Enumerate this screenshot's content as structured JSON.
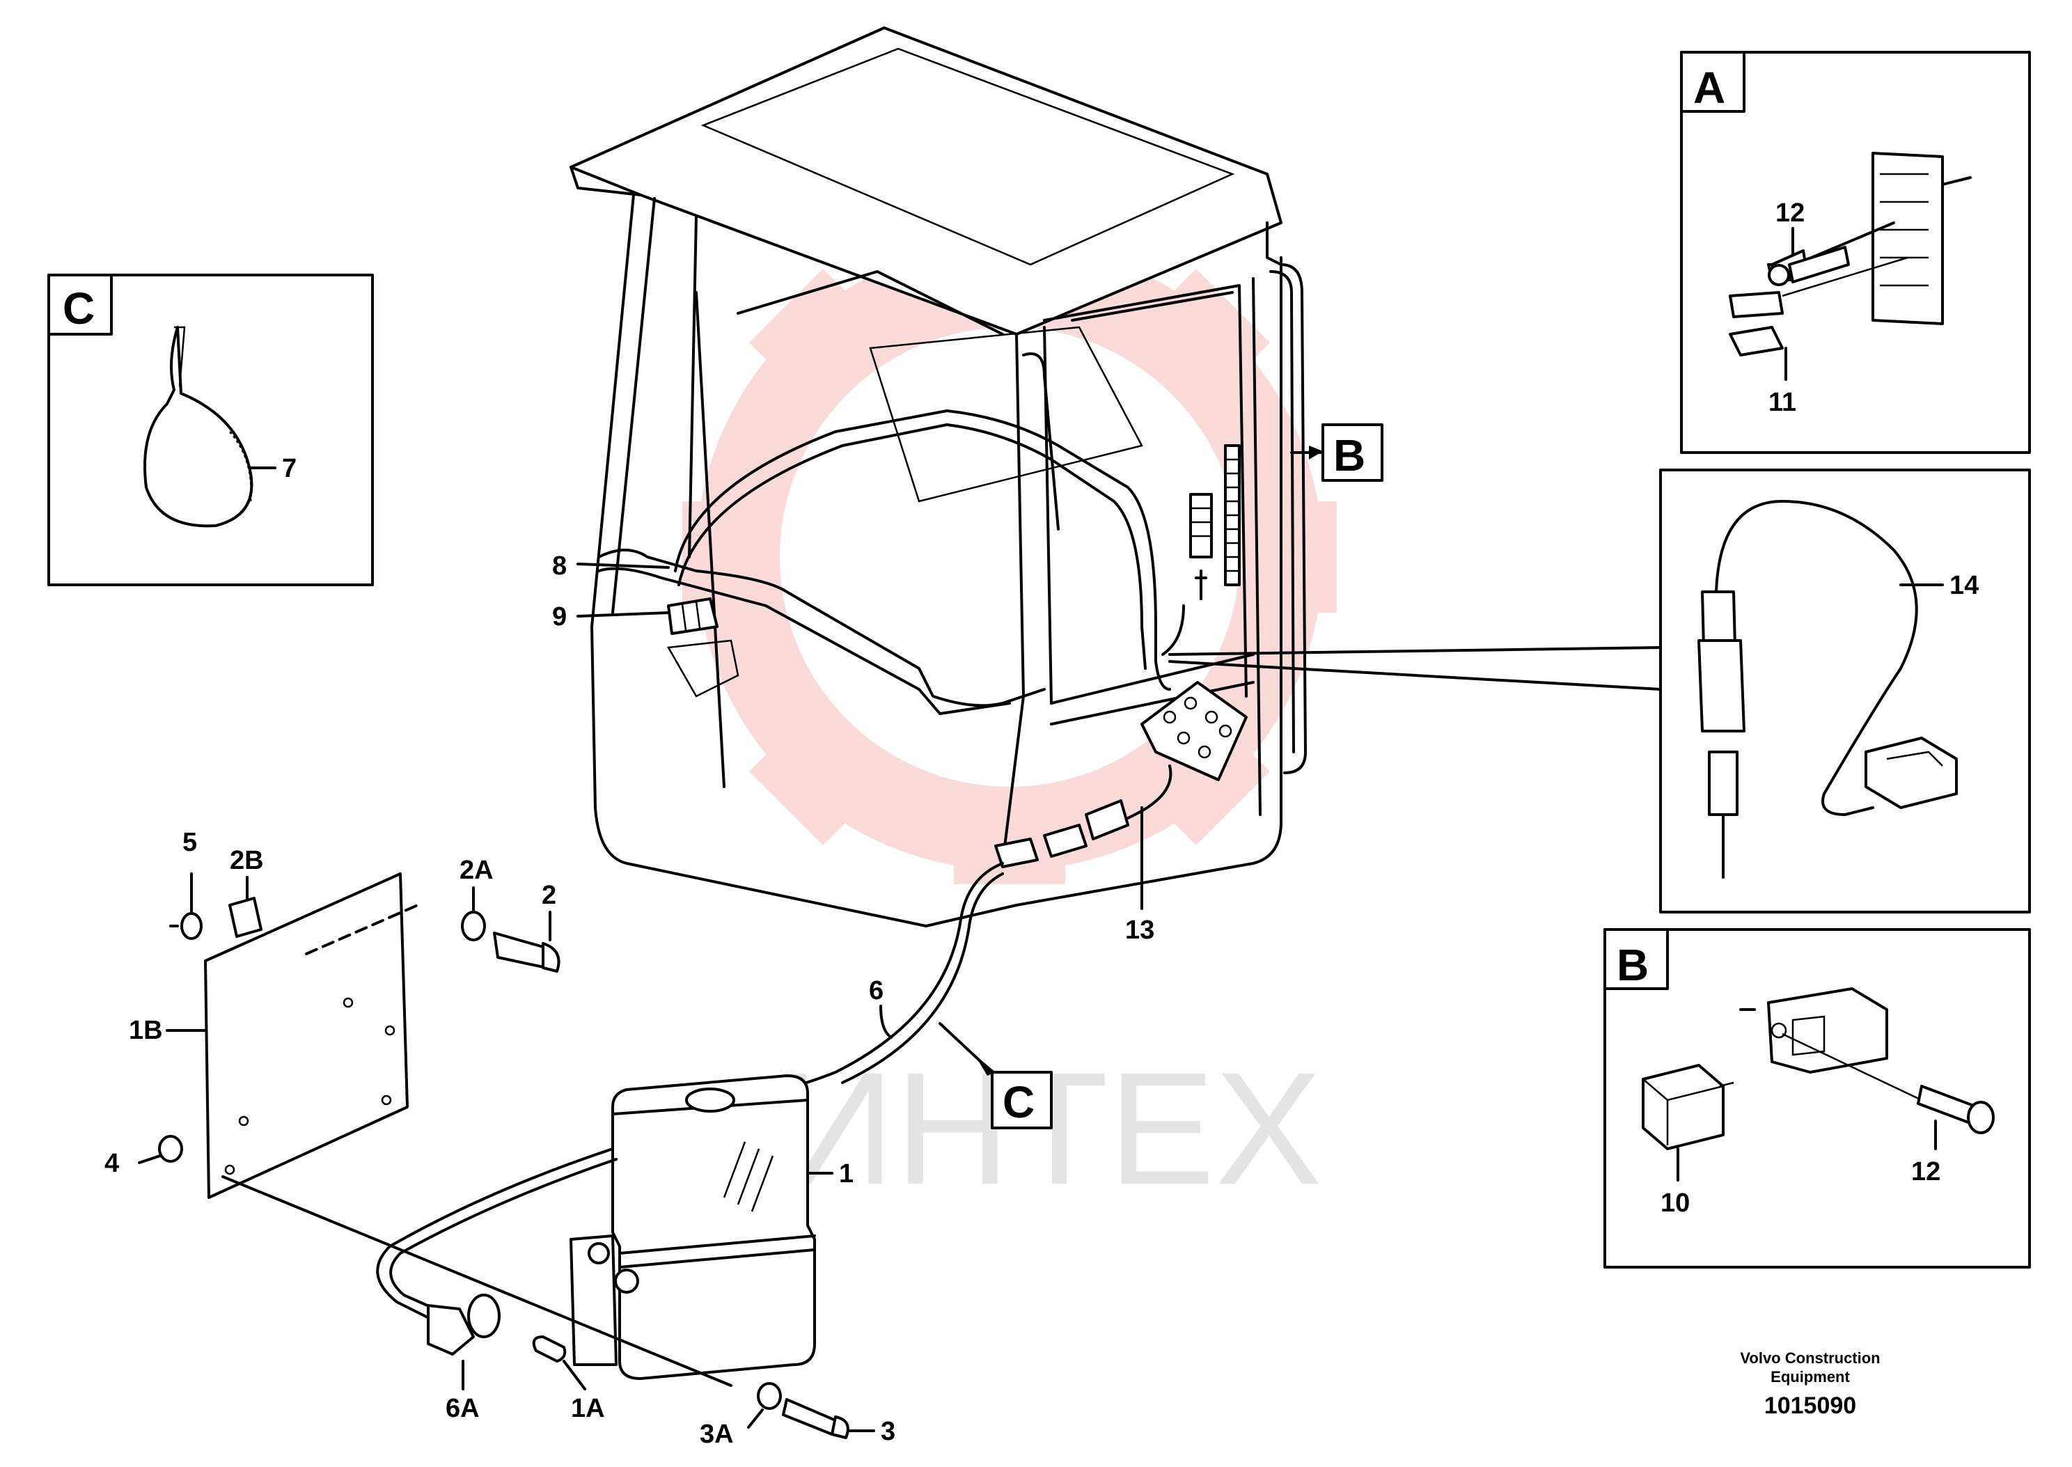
{
  "watermark": {
    "text": "ИНТЕХ",
    "color": "#f05a5a"
  },
  "footer": {
    "line1": "Volvo Construction",
    "line2": "Equipment",
    "number": "1015090"
  },
  "insets": {
    "A": {
      "letter": "A",
      "labels": [
        "12",
        "11"
      ]
    },
    "C": {
      "letter": "C",
      "labels": [
        "7"
      ]
    },
    "B": {
      "letter": "B",
      "labels": [
        "10",
        "12"
      ]
    }
  },
  "callouts": {
    "B_ref": "B",
    "C_ref": "C"
  },
  "labels": {
    "l8": "8",
    "l9": "9",
    "l14": "14",
    "l13": "13",
    "l5": "5",
    "l2B": "2B",
    "l2A": "2A",
    "l2": "2",
    "l1B": "1B",
    "l4": "4",
    "l6": "6",
    "l1": "1",
    "l6A": "6A",
    "l1A": "1A",
    "l3A": "3A",
    "l3": "3"
  }
}
